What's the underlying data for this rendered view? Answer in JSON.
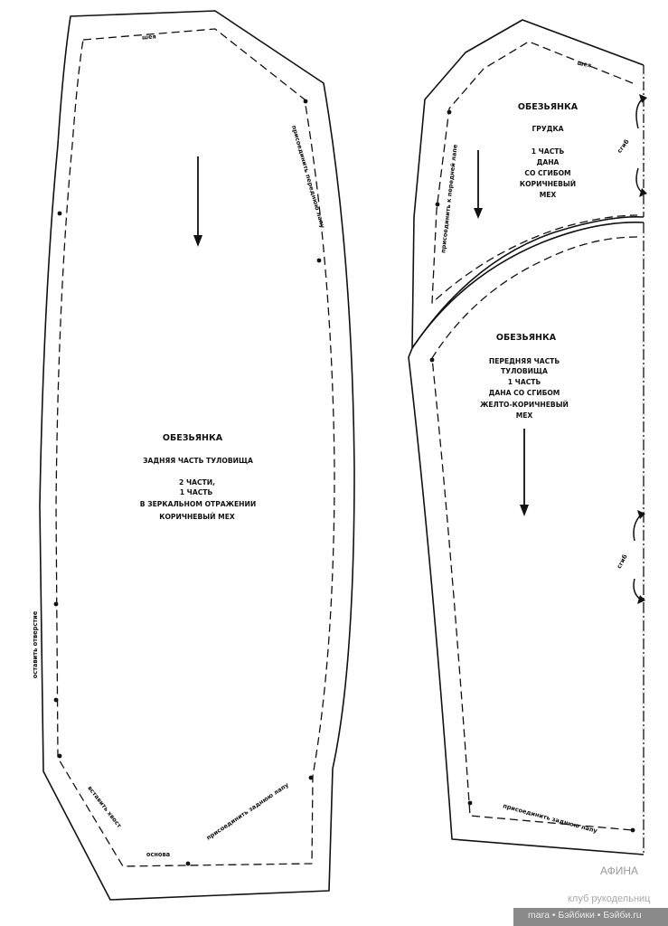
{
  "back_piece": {
    "title": "ОБЕЗЬЯНКА",
    "name": "ЗАДНЯЯ ЧАСТЬ ТУЛОВИЩА",
    "qty_line1": "2 ЧАСТИ,",
    "qty_line2": "1 ЧАСТЬ",
    "qty_line3": "В ЗЕРКАЛЬНОМ ОТРАЖЕНИИ",
    "material": "КОРИЧНЕВЫЙ МЕХ",
    "edge_neck": "шея",
    "edge_attach_front": "присоединить переднюю лапу",
    "edge_leave_opening": "оставить отверстие",
    "edge_insert_tail": "вставить хвост",
    "edge_base": "основа",
    "edge_attach_back": "присоединить заднюю лапу"
  },
  "chest_piece": {
    "title": "ОБЕЗЬЯНКА",
    "name": "ГРУДКА",
    "line1": "1 ЧАСТЬ",
    "line2": "ДАНА",
    "line3": "СО СГИБОМ",
    "material1": "КОРИЧНЕВЫЙ",
    "material2": "МЕХ",
    "edge_neck": "шея",
    "edge_fold": "сгиб",
    "edge_attach_front": "присоединить к передней лапе"
  },
  "front_piece": {
    "title": "ОБЕЗЬЯНКА",
    "name1": "ПЕРЕДНЯЯ ЧАСТЬ",
    "name2": "ТУЛОВИЩА",
    "line1": "1 ЧАСТЬ",
    "line2": "ДАНА СО СГИБОМ",
    "material1": "ЖЕЛТО-КОРИЧНЕВЫЙ",
    "material2": "МЕХ",
    "edge_fold": "сгиб",
    "edge_attach_back": "присоединить заднюю лапу"
  },
  "watermark": {
    "title": "АФИНА",
    "subtitle": "клуб рукодельниц",
    "site": "mara • Бэйбики • Бэйби.ru"
  }
}
